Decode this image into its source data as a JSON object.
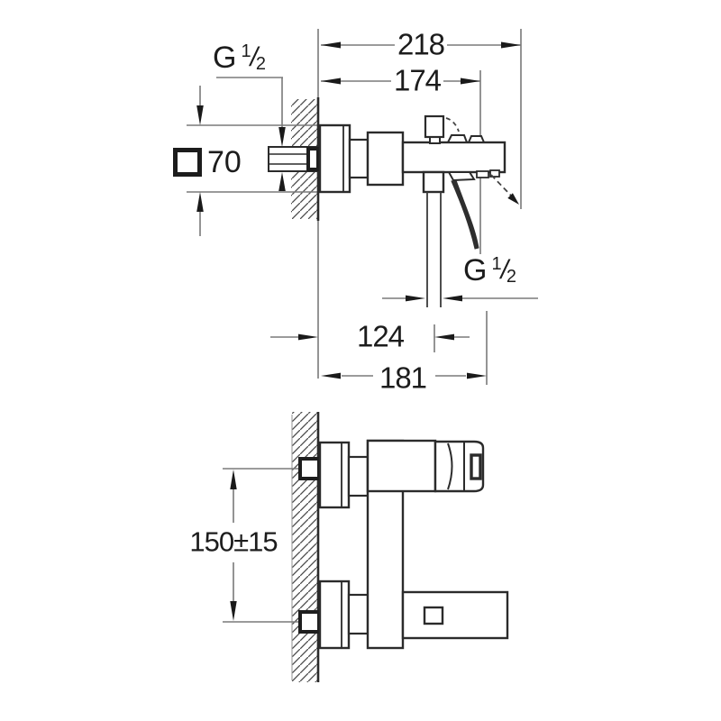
{
  "drawing": {
    "background": "#ffffff",
    "outline_color": "#2b2b2b",
    "dimension_color": "#777777",
    "text_color": "#1c1c1c",
    "icons": {
      "escutcheon_square": "square-outline-symbol"
    },
    "side_view": {
      "dim_overall_depth": "218",
      "dim_lever_depth": "174",
      "dim_outlet_offset": "124",
      "dim_spout_depth": "181",
      "dim_escutcheon_size": "70",
      "thread": {
        "g": "G",
        "numerator": "1",
        "slash": "/",
        "denominator": "2"
      }
    },
    "front_view": {
      "dim_connection_spacing": "150±15"
    }
  }
}
